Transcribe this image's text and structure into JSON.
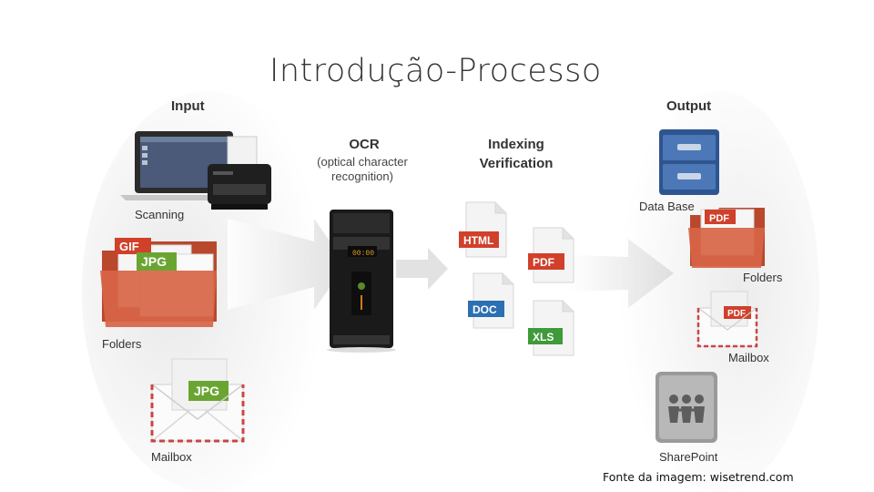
{
  "title": "Introdução-Processo",
  "input": {
    "heading": "Input",
    "items": [
      {
        "label": "Scanning",
        "icon": "scanner-laptop-icon"
      },
      {
        "label": "Folders",
        "icon": "folder-icon",
        "tags": [
          "GIF",
          "JPG"
        ]
      },
      {
        "label": "Mailbox",
        "icon": "envelope-icon",
        "tags": [
          "JPG"
        ]
      }
    ]
  },
  "ocr": {
    "title": "OCR",
    "subtitle_line1": "(optical character",
    "subtitle_line2": "recognition)",
    "display": "00:00",
    "icon": "server-tower-icon"
  },
  "indexing": {
    "title_line1": "Indexing",
    "title_line2": "Verification",
    "documents": [
      {
        "tag": "HTML",
        "color": "#d0402b"
      },
      {
        "tag": "PDF",
        "color": "#d0402b"
      },
      {
        "tag": "DOC",
        "color": "#2c6fb3"
      },
      {
        "tag": "XLS",
        "color": "#3f9a3a"
      }
    ]
  },
  "output": {
    "heading": "Output",
    "items": [
      {
        "label": "Data Base",
        "icon": "file-cabinet-icon"
      },
      {
        "label": "Folders",
        "icon": "folder-icon",
        "tags": [
          "PDF"
        ]
      },
      {
        "label": "Mailbox",
        "icon": "envelope-icon",
        "tags": [
          "PDF"
        ]
      },
      {
        "label": "SharePoint",
        "icon": "sharepoint-icon"
      }
    ]
  },
  "credit": "Fonte da imagem: wisetrend.com",
  "colors": {
    "folder": "#cf5a3a",
    "tag_red": "#d0402b",
    "tag_green": "#6aa532",
    "tag_blue": "#2c6fb3",
    "cabinet": "#3b5f9a"
  }
}
